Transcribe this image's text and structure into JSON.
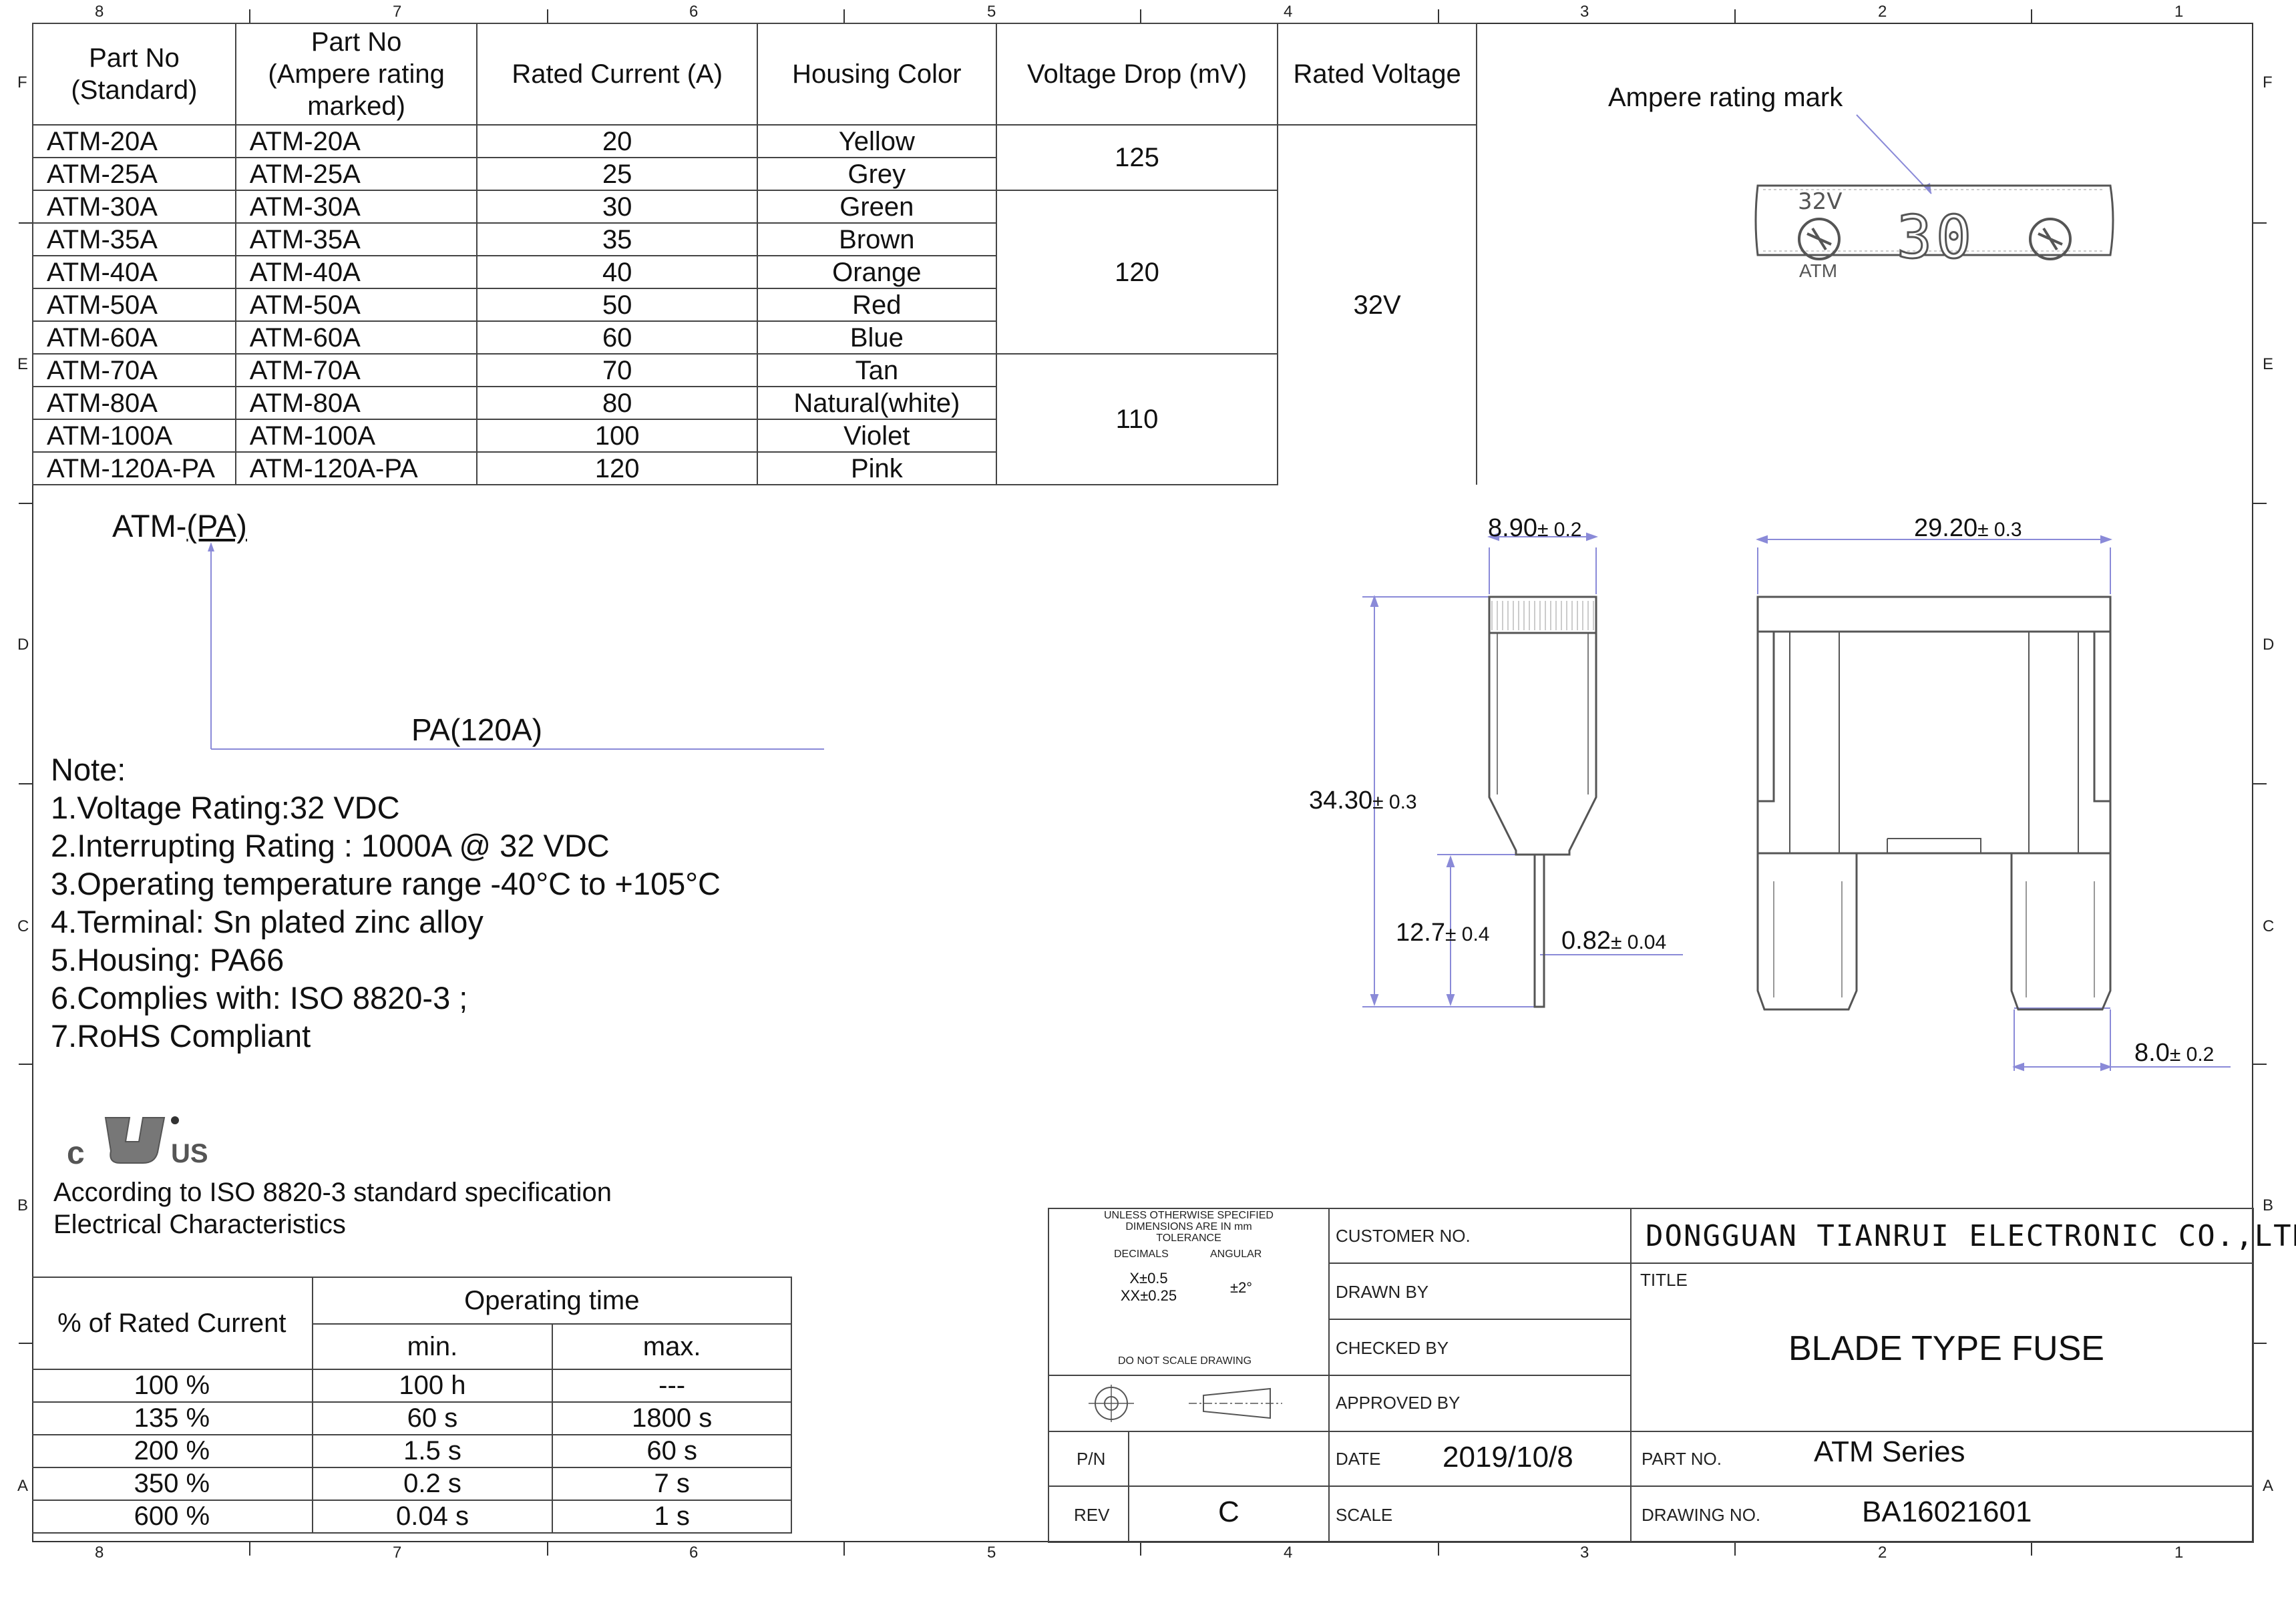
{
  "grid": {
    "columns": [
      "8",
      "7",
      "6",
      "5",
      "4",
      "3",
      "2",
      "1"
    ],
    "rows": [
      "F",
      "E",
      "D",
      "C",
      "B",
      "A"
    ]
  },
  "spec_table": {
    "headers": [
      "Part No\n(Standard)",
      "Part No\n(Ampere rating marked)",
      "Rated Current (A)",
      "Housing Color",
      "Voltage Drop (mV)",
      "Rated Voltage"
    ],
    "rows": [
      {
        "std": "ATM-20A",
        "marked": "ATM-20A",
        "current": "20",
        "color": "Yellow"
      },
      {
        "std": "ATM-25A",
        "marked": "ATM-25A",
        "current": "25",
        "color": "Grey"
      },
      {
        "std": "ATM-30A",
        "marked": "ATM-30A",
        "current": "30",
        "color": "Green"
      },
      {
        "std": "ATM-35A",
        "marked": "ATM-35A",
        "current": "35",
        "color": "Brown"
      },
      {
        "std": "ATM-40A",
        "marked": "ATM-40A",
        "current": "40",
        "color": "Orange"
      },
      {
        "std": "ATM-50A",
        "marked": "ATM-50A",
        "current": "50",
        "color": "Red"
      },
      {
        "std": "ATM-60A",
        "marked": "ATM-60A",
        "current": "60",
        "color": "Blue"
      },
      {
        "std": "ATM-70A",
        "marked": "ATM-70A",
        "current": "70",
        "color": "Tan"
      },
      {
        "std": "ATM-80A",
        "marked": "ATM-80A",
        "current": "80",
        "color": "Natural(white)"
      },
      {
        "std": "ATM-100A",
        "marked": "ATM-100A",
        "current": "100",
        "color": "Violet"
      },
      {
        "std": "ATM-120A-PA",
        "marked": "ATM-120A-PA",
        "current": "120",
        "color": "Pink"
      }
    ],
    "voltage_drop_groups": [
      "125",
      "120",
      "110"
    ],
    "rated_voltage": "32V"
  },
  "part_code": {
    "prefix": "ATM-",
    "suffix": "(PA)",
    "callout": "PA(120A)"
  },
  "notes": {
    "title": "Note:",
    "items": [
      "1.Voltage Rating:32 VDC",
      "2.Interrupting Rating : 1000A @ 32 VDC",
      "3.Operating temperature range -40°C to +105°C",
      "4.Terminal: Sn plated zinc alloy",
      "5.Housing: PA66",
      "6.Complies with: ISO 8820-3 ;",
      "7.RoHS Compliant"
    ]
  },
  "cert": {
    "mark_c": "c",
    "mark_us": "US",
    "standard_line1": "According to ISO 8820-3 standard specification",
    "standard_line2": "Electrical Characteristics"
  },
  "operating_time": {
    "col_rated": "% of Rated Current",
    "col_group": "Operating time",
    "col_min": "min.",
    "col_max": "max.",
    "rows": [
      {
        "pct": "100 %",
        "min": "100 h",
        "max": "---"
      },
      {
        "pct": "135 %",
        "min": "60 s",
        "max": "1800 s"
      },
      {
        "pct": "200 %",
        "min": "1.5 s",
        "max": "60 s"
      },
      {
        "pct": "350 %",
        "min": "0.2 s",
        "max": "7 s"
      },
      {
        "pct": "600 %",
        "min": "0.04 s",
        "max": "1 s"
      }
    ]
  },
  "marking": {
    "label": "Ampere rating mark",
    "voltage": "32V",
    "rating": "30",
    "brand": "ATM"
  },
  "dimensions": {
    "width_side": {
      "value": "8.90",
      "tol": "± 0.2"
    },
    "width_front": {
      "value": "29.20",
      "tol": "± 0.3"
    },
    "height": {
      "value": "34.30",
      "tol": "± 0.3"
    },
    "terminal_len": {
      "value": "12.7",
      "tol": "± 0.4"
    },
    "terminal_thk": {
      "value": "0.82",
      "tol": "± 0.04"
    },
    "terminal_w": {
      "value": "8.0",
      "tol": "± 0.2"
    }
  },
  "title_block": {
    "tolerance_note": "UNLESS OTHERWISE SPECIFIED\nDIMENSIONS ARE IN mm\nTOLERANCE",
    "decimals_label": "DECIMALS",
    "angular_label": "ANGULAR",
    "decimals_val": "X±0.5\nXX±0.25",
    "angular_val": "±2°",
    "no_scale": "DO NOT SCALE DRAWING",
    "customer_no": "CUSTOMER NO.",
    "drawn_by": "DRAWN BY",
    "checked_by": "CHECKED BY",
    "approved_by": "APPROVED BY",
    "company": "DONGGUAN TIANRUI ELECTRONIC CO.,LTD.",
    "title_label": "TITLE",
    "title": "BLADE TYPE FUSE",
    "pn_label": "P/N",
    "rev_label": "REV",
    "rev": "C",
    "date_label": "DATE",
    "date": "2019/10/8",
    "scale_label": "SCALE",
    "part_no_label": "PART NO.",
    "part_no": "ATM Series",
    "drawing_no_label": "DRAWING NO.",
    "drawing_no": "BA16021601"
  }
}
